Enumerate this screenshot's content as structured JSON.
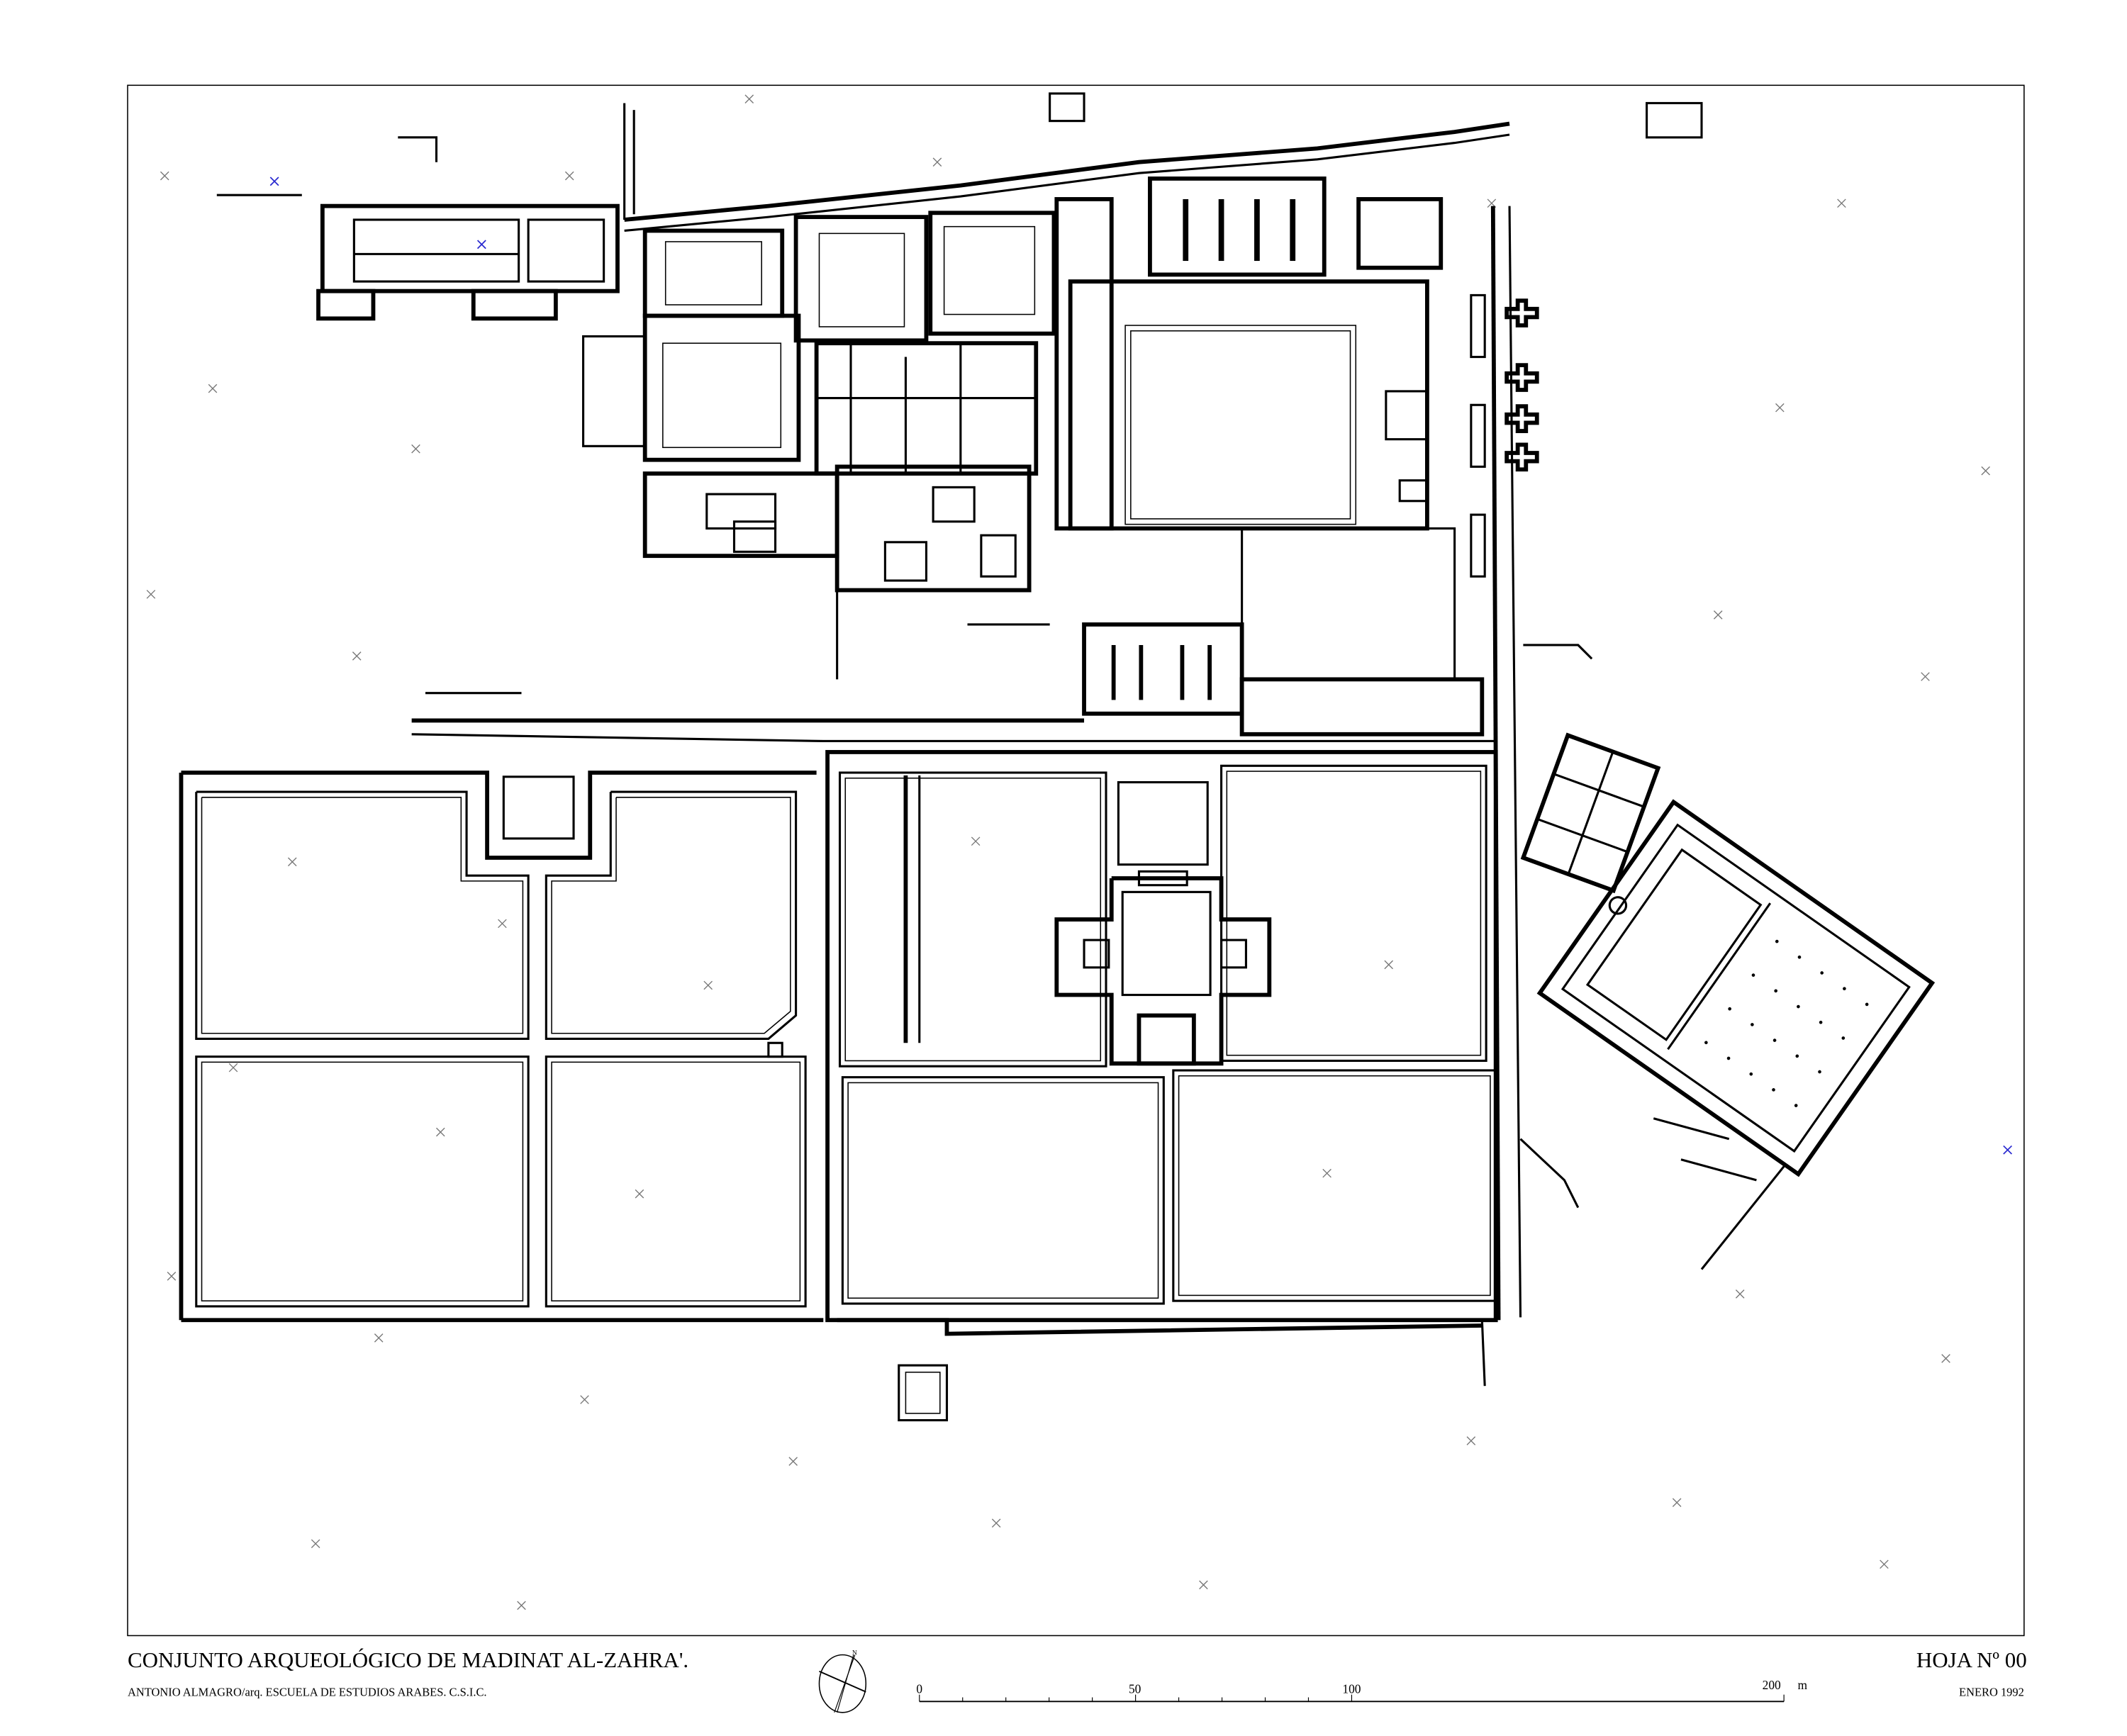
{
  "title_block": {
    "title": "CONJUNTO ARQUEOLÓGICO DE MADINAT AL-ZAHRA'.",
    "author": "ANTONIO ALMAGRO/arq.  ESCUELA DE ESTUDIOS ARABES. C.S.I.C.",
    "sheet": "HOJA Nº 00",
    "date": "ENERO 1992"
  },
  "compass": {
    "north_label": "N"
  },
  "scale_bar": {
    "labels": [
      "0",
      "50",
      "100",
      "200"
    ],
    "unit": "m",
    "max_value": 200
  },
  "colors": {
    "lines": "#000000",
    "survey_marker": "#777777",
    "survey_marker_blue": "#2a2ad0"
  }
}
